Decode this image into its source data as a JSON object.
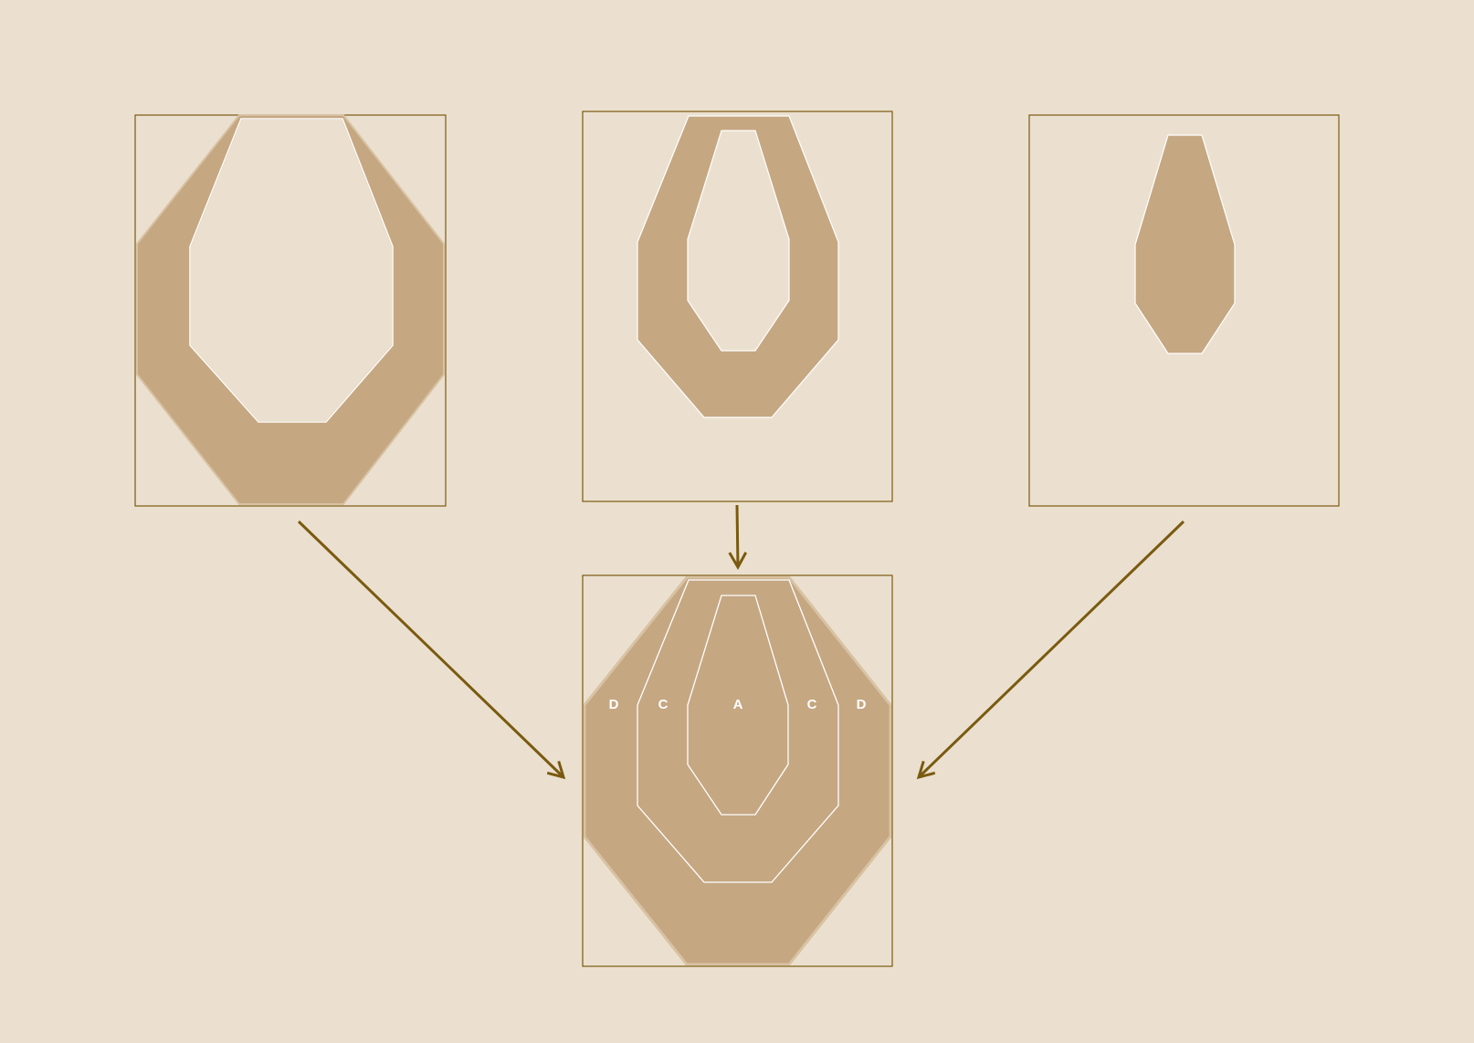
{
  "colors": {
    "background": "#ebe0cf",
    "target_fill": "#c5a782",
    "frame_stroke": "#7a5a10",
    "arrow": "#7a5a10",
    "zone_line": "#ffffff",
    "outer_edge": "#d8c2a3"
  },
  "zone_labels": {
    "left_d": "D",
    "left_c": "C",
    "center_a": "A",
    "right_c": "C",
    "right_d": "D"
  }
}
